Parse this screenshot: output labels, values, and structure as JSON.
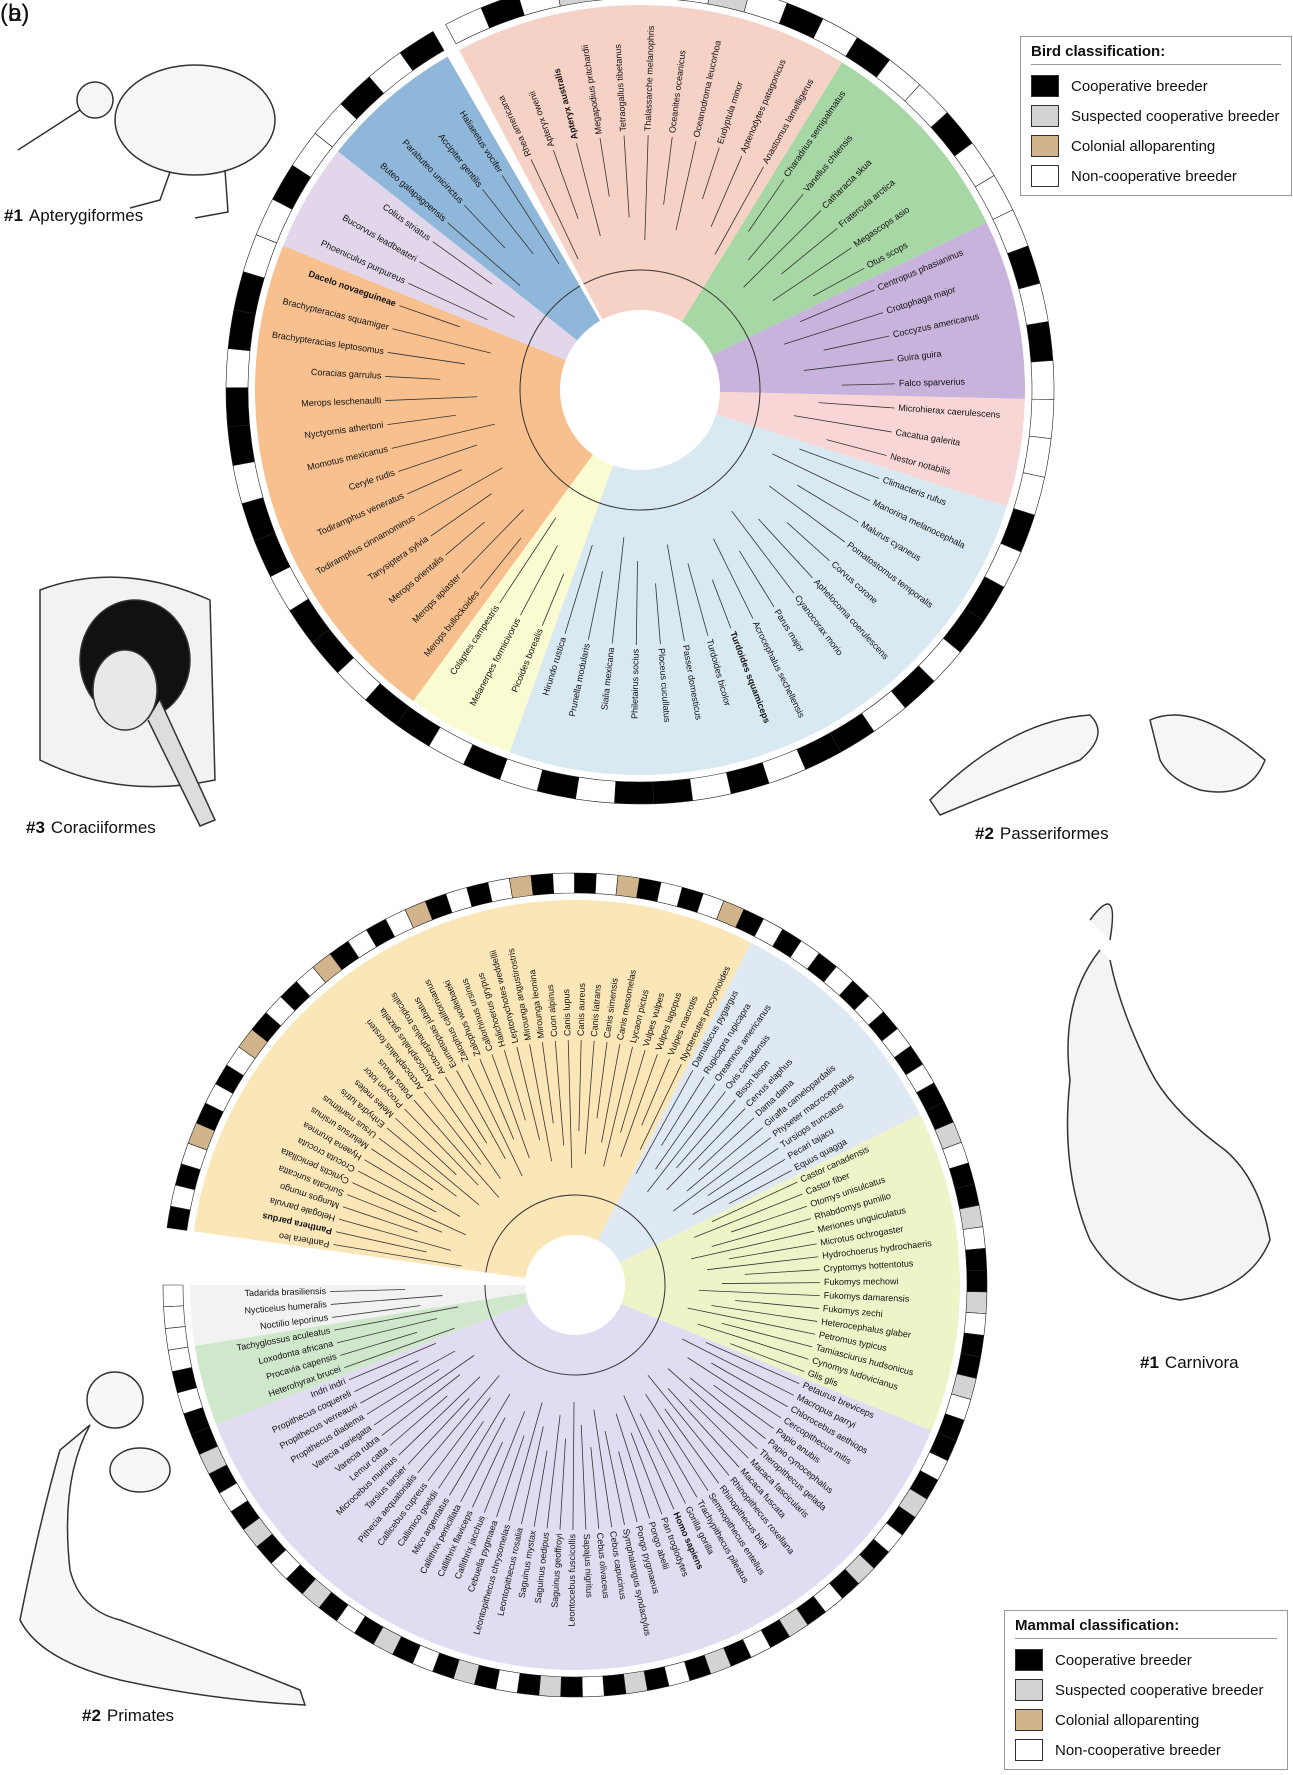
{
  "panels": {
    "a": "(a)",
    "b": "(b)"
  },
  "colors": {
    "cooperative": "#000000",
    "suspected": "#d3d3d3",
    "colonial": "#d2b48c",
    "non": "#ffffff",
    "passerine_bg": "#d8e9f2",
    "coraci_bg": "#f7c08e",
    "picid_bg": "#fafbd0",
    "carnivora_bg": "#fbe6b7",
    "primate_bg": "#e1dcf1",
    "rodent_bg": "#eef4c8",
    "ungulate_bg": "#dfe9f3"
  },
  "legend_birds": {
    "title": "Bird classification:",
    "items": [
      {
        "label": "Cooperative breeder",
        "color": "#000000"
      },
      {
        "label": "Suspected cooperative breeder",
        "color": "#d3d3d3"
      },
      {
        "label": "Colonial alloparenting",
        "color": "#d2b48c"
      },
      {
        "label": "Non-cooperative breeder",
        "color": "#ffffff"
      }
    ]
  },
  "legend_mammals": {
    "title": "Mammal classification:",
    "items": [
      {
        "label": "Cooperative breeder",
        "color": "#000000"
      },
      {
        "label": "Suspected cooperative breeder",
        "color": "#d3d3d3"
      },
      {
        "label": "Colonial alloparenting",
        "color": "#d2b48c"
      },
      {
        "label": "Non-cooperative breeder",
        "color": "#ffffff"
      }
    ]
  },
  "captions": {
    "apteryx": {
      "num": "#1",
      "name": "Apterygiformes"
    },
    "coraci": {
      "num": "#3",
      "name": "Coraciiformes"
    },
    "passer": {
      "num": "#2",
      "name": "Passeriformes"
    },
    "carnivora": {
      "num": "#1",
      "name": "Carnivora"
    },
    "primates": {
      "num": "#2",
      "name": "Primates"
    }
  },
  "birds": {
    "highlights": [
      "#1 Apteryx australis",
      "#3 Dacelo novaeguineae",
      "Turdoides squamiceps #2"
    ],
    "taxa": [
      "Rhea americana",
      "Apteryx owenii",
      "Apteryx australis",
      "Megapodius pritchardii",
      "Tetraogallus tibetanus",
      "Thalassarche melanophris",
      "Oceanites oceanicus",
      "Oceanodroma leucorhoa",
      "Eudyptula minor",
      "Aptenodytes patagonicus",
      "Anastomus lamelligerus",
      "Charadrius semipalmatus",
      "Vanellus chilensis",
      "Catharacta skua",
      "Fratercula arctica",
      "Megascops asio",
      "Otus scops",
      "Centropus phasianinus",
      "Crotophaga major",
      "Coccyzus americanus",
      "Guira guira",
      "Falco sparverius",
      "Microhierax caerulescens",
      "Cacatua galerita",
      "Nestor notabilis",
      "Climacteris rufus",
      "Manorina melanocephala",
      "Malurus cyaneus",
      "Pomatostomus temporalis",
      "Corvus corone",
      "Aphelocoma coerulescens",
      "Cyanocorax morio",
      "Parus major",
      "Acrocephalus sechellensis",
      "Turdoides squamiceps",
      "Turdoides bicolor",
      "Passer domesticus",
      "Ploceus cucullatus",
      "Philetairus socius",
      "Sialia mexicana",
      "Prunella modularis",
      "Hirundo rustica",
      "Picoides borealis",
      "Melanerpes formicivorus",
      "Colaptes campestris",
      "Merops bullockoides",
      "Merops apiaster",
      "Merops orientalis",
      "Tanysiptera sylvia",
      "Todiramphus cinnamominus",
      "Todiramphus veneratus",
      "Ceryle rudis",
      "Momotus mexicanus",
      "Nyctyornis athertoni",
      "Merops leschenaulti",
      "Coracias garrulus",
      "Brachypteracias leptosomus",
      "Brachypteracias squamiger",
      "Dacelo novaeguineae",
      "Phoeniculus purpureus",
      "Bucorvus leadbeateri",
      "Colius striatus",
      "Buteo galapagoensis",
      "Parabuteo unicinctus",
      "Accipiter gentilis",
      "Haliaeetus vocifer"
    ]
  },
  "mammals": {
    "highlight_carn": "Panthera pardus #1",
    "highlight_homo": "#2 Homo sapiens",
    "groups": {
      "primates": [
        "Petaurus breviceps",
        "Macropus parryi",
        "Chlorocebus aethiops",
        "Cercopithecus mitis",
        "Papio anubis",
        "Papio cynocephalus",
        "Theropithecus gelada",
        "Macaca fascicularis",
        "Macaca fuscata",
        "Rhinopithecus roxellana",
        "Rhinopithecus bieti",
        "Semnopithecus entellus",
        "Trachypithecus pileatus",
        "Gorilla gorilla",
        "Homo sapiens",
        "Pan troglodytes",
        "Pongo abelii",
        "Pongo pygmaeus",
        "Symphalangus syndactylus",
        "Cebus capucinus",
        "Cebus olivaceus",
        "Sapajus nigritus",
        "Leontocebus fuscicollis",
        "Saguinus geoffroyi",
        "Saguinus oedipus",
        "Saguinus mystax",
        "Leontopithecus rosalia",
        "Leontopithecus chrysomelas",
        "Cebuella pygmaea",
        "Callithrix jacchus",
        "Callithrix flaviceps",
        "Callithrix penicillata",
        "Mico argentatus",
        "Callimico goeldii",
        "Callicebus cupreus",
        "Pithecia aequatorialis",
        "Tarsius tarsier",
        "Microcebus murinus",
        "Lemur catta",
        "Varecia rubra",
        "Varecia variegata",
        "Propithecus diadema",
        "Propithecus verreauxi",
        "Propithecus coquereli",
        "Indri indri"
      ],
      "rodents": [
        "Castor canadensis",
        "Castor fiber",
        "Otomys unisulcatus",
        "Rhabdomys pumilio",
        "Meriones unguiculatus",
        "Microtus ochrogaster",
        "Hydrochoerus hydrochaeris",
        "Cryptomys hottentotus",
        "Fukomys mechowi",
        "Fukomys damarensis",
        "Fukomys zechi",
        "Heterocephalus glaber",
        "Petromus typicus",
        "Tamiasciurus hudsonicus",
        "Cynomys ludovicianus",
        "Glis glis"
      ],
      "ungulates": [
        "Damaliscus pygargus",
        "Rupicapra rupicapra",
        "Oreamnos americanus",
        "Ovis canadensis",
        "Bison bison",
        "Cervus elaphus",
        "Dama dama",
        "Giraffa camelopardalis",
        "Physeter macrocephalus",
        "Tursiops truncatus",
        "Pecari tajacu",
        "Equus quagga"
      ],
      "carnivora": [
        "Panthera leo",
        "Panthera pardus",
        "Helogale parvula",
        "Mungos mungo",
        "Suricata suricatta",
        "Cynictis penicillata",
        "Crocuta crocuta",
        "Hyaena brunnea",
        "Melursus ursinus",
        "Ursus maritimus",
        "Enhydra lutris",
        "Meles meles",
        "Procyon lotor",
        "Potos flavus",
        "Arctocephalus forsteri",
        "Arctocephalus gazella",
        "Arctocephalus tropicalis",
        "Eumetopias jubatus",
        "Zalophus californianus",
        "Zalophus wollebaeki",
        "Callorhinus ursinus",
        "Halichoerus grypus",
        "Leptonychotes weddellii",
        "Mirounga angustirostris",
        "Mirounga leonina",
        "Cuon alpinus",
        "Canis lupus",
        "Canis aureus",
        "Canis latrans",
        "Canis simensis",
        "Canis mesomelas",
        "Lycaon pictus",
        "Vulpes vulpes",
        "Vulpes lagopus",
        "Vulpes macrotis",
        "Nyctereutes procyonoides"
      ],
      "bats": [
        "Noctilio leporinus",
        "Nycticeius humeralis",
        "Tadarida brasiliensis"
      ],
      "basal": [
        "Heterohyrax brucei",
        "Procavia capensis",
        "Loxodonta africana",
        "Tachyglossus aculeatus"
      ]
    }
  }
}
